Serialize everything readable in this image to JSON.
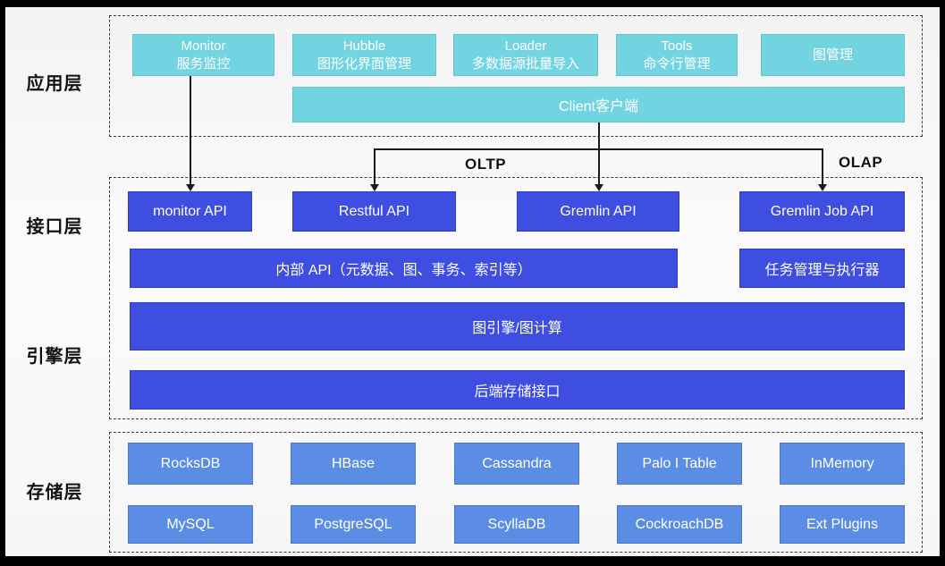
{
  "layers": {
    "application": "应用层",
    "interface": "接口层",
    "engine": "引擎层",
    "storage": "存储层"
  },
  "application": {
    "tools": [
      {
        "title": "Monitor",
        "subtitle": "服务监控"
      },
      {
        "title": "Hubble",
        "subtitle": "图形化界面管理"
      },
      {
        "title": "Loader",
        "subtitle": "多数据源批量导入"
      },
      {
        "title": "Tools",
        "subtitle": "命令行管理"
      },
      {
        "title": "图管理",
        "subtitle": ""
      }
    ],
    "client": "Client客户端"
  },
  "flow_labels": {
    "oltp": "OLTP",
    "olap": "OLAP"
  },
  "interface": {
    "apis": [
      "monitor API",
      "Restful API",
      "Gremlin API",
      "Gremlin Job API"
    ],
    "internal_api": "内部 API（元数据、图、事务、索引等）",
    "task_manager": "任务管理与执行器"
  },
  "engine": {
    "graph_engine": "图引擎/图计算",
    "backend_interface": "后端存储接口"
  },
  "storage": {
    "row1": [
      "RocksDB",
      "HBase",
      "Cassandra",
      "Palo I Table",
      "InMemory"
    ],
    "row2": [
      "MySQL",
      "PostgreSQL",
      "ScyllaDB",
      "CockroachDB",
      "Ext Plugins"
    ]
  },
  "colors": {
    "cyan": "#72d4e0",
    "blue": "#3d4ee0",
    "storage_blue": "#5b8de4",
    "line": "#1a1a1a"
  }
}
